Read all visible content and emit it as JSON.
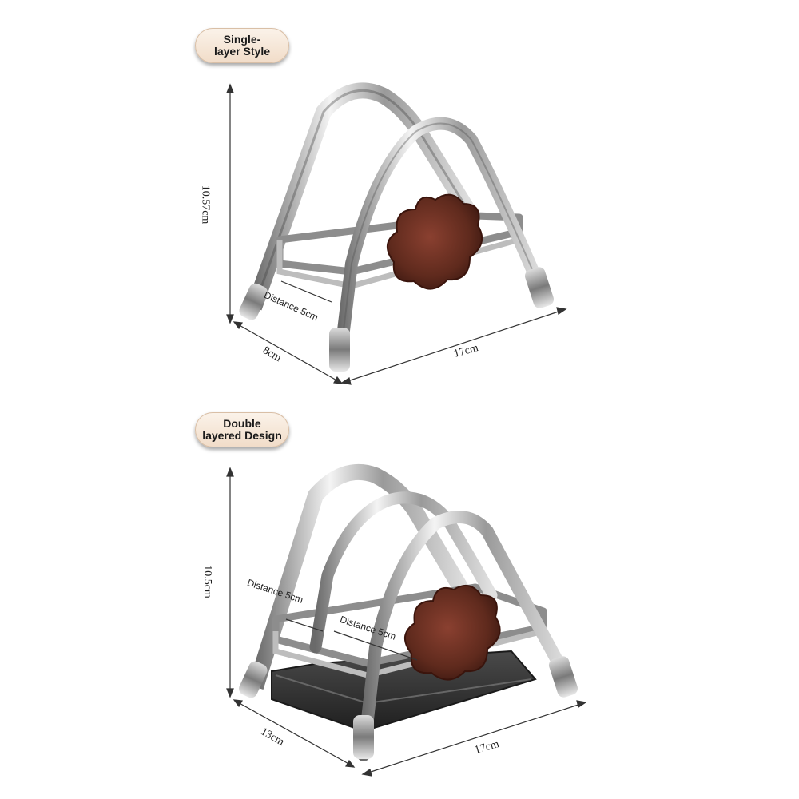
{
  "single": {
    "badge_line1": "Single-",
    "badge_line2": "layer Style",
    "height": "10.57cm",
    "depth": "8cm",
    "width": "17cm",
    "distance": "Distance 5cm"
  },
  "double": {
    "badge_line1": "Double",
    "badge_line2": "layered Design",
    "height": "10.5cm",
    "depth": "13cm",
    "width": "17cm",
    "distance_a": "Distance 5cm",
    "distance_b": "Distance 5cm"
  },
  "colors": {
    "chrome_light": "#f2f2f2",
    "chrome_dark": "#3a3a3a",
    "wood": "#6b2f22",
    "tray": "#2f2f2f",
    "badge_bg": "#f4e2d1"
  }
}
